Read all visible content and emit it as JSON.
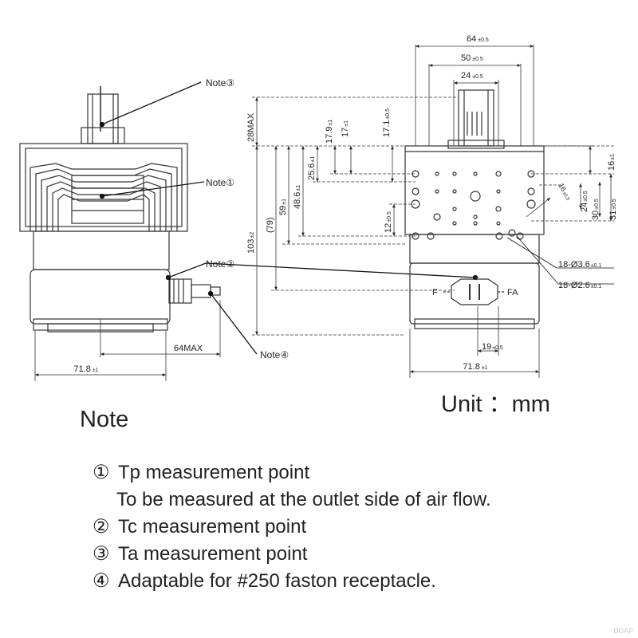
{
  "callouts": {
    "note3": "Note③",
    "note1": "Note①",
    "note2": "Note②",
    "note4": "Note④"
  },
  "left_view": {
    "dim_64max": "64MAX",
    "dim_width": "71.8",
    "dim_width_tol": "±1"
  },
  "right_view": {
    "top_dims": [
      {
        "value": "64",
        "tol": "±0.5"
      },
      {
        "value": "50",
        "tol": "±0.5"
      },
      {
        "value": "24",
        "tol": "±0.5"
      }
    ],
    "vertical_dims": [
      {
        "value": "28MAX",
        "tol": ""
      },
      {
        "value": "103",
        "tol": "±2"
      },
      {
        "value": "(79)",
        "tol": ""
      },
      {
        "value": "59",
        "tol": "±1"
      },
      {
        "value": "48.6",
        "tol": "±1"
      },
      {
        "value": "25.6",
        "tol": "±1"
      },
      {
        "value": "17.9",
        "tol": "±1"
      },
      {
        "value": "17",
        "tol": "±1"
      },
      {
        "value": "17.1",
        "tol": "±0.5"
      },
      {
        "value": "12",
        "tol": "±0.5"
      }
    ],
    "right_dims": [
      {
        "value": "16",
        "tol": "±1"
      },
      {
        "value": "16",
        "tol": "±0.5"
      },
      {
        "value": "24",
        "tol": "±0.5"
      },
      {
        "value": "30",
        "tol": "±0.5"
      },
      {
        "value": "31",
        "tol": "±0.5"
      }
    ],
    "holes_1": "18-Ø3.6",
    "holes_1_tol": "±0.1",
    "holes_2": "18-Ø2.6",
    "holes_2_tol": "±0.1",
    "terminal_left": "F",
    "terminal_right": "FA",
    "dim_19": "19",
    "dim_19_tol": "±0.5",
    "dim_width": "71.8",
    "dim_width_tol": "±1"
  },
  "unit_label": "Unit ：mm",
  "notes": {
    "heading": "Note",
    "items": [
      {
        "marker": "①",
        "text": "Tp measurement point"
      },
      {
        "marker": "",
        "text": "To be measured at the outlet side of air flow."
      },
      {
        "marker": "②",
        "text": "Tc measurement point"
      },
      {
        "marker": "③",
        "text": "Ta measurement point"
      },
      {
        "marker": "④",
        "text": "Adaptable for #250 faston receptacle."
      }
    ]
  },
  "watermark": "BDAP"
}
